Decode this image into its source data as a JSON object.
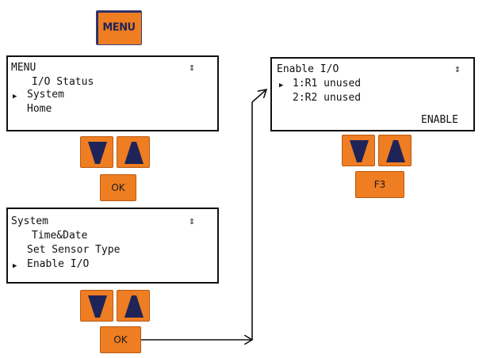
{
  "buttons": {
    "menu": "MENU",
    "ok_1": "OK",
    "ok_2": "OK",
    "f3": "F3",
    "up_icon": "up-arrow-icon",
    "down_icon": "down-arrow-icon"
  },
  "screen_menu": {
    "title": "MENU",
    "scroll_glyph": "⇕",
    "items": [
      "I/O Status",
      "System",
      "Home"
    ],
    "selected_index": 1,
    "cursor": "▶"
  },
  "screen_system": {
    "title": "System",
    "scroll_glyph": "⇕",
    "items": [
      "Time&Date",
      "Set Sensor Type",
      "Enable I/O"
    ],
    "selected_index": 2,
    "cursor": "▶"
  },
  "screen_enable": {
    "title": "Enable I/O",
    "scroll_glyph": "⇕",
    "items": [
      "1:R1 unused",
      "2:R2 unused"
    ],
    "selected_index": 0,
    "cursor": "▶",
    "softkey": "ENABLE"
  },
  "colors": {
    "button_orange": "#ef7d22",
    "arrow_navy": "#1f2458",
    "line": "#111111"
  }
}
